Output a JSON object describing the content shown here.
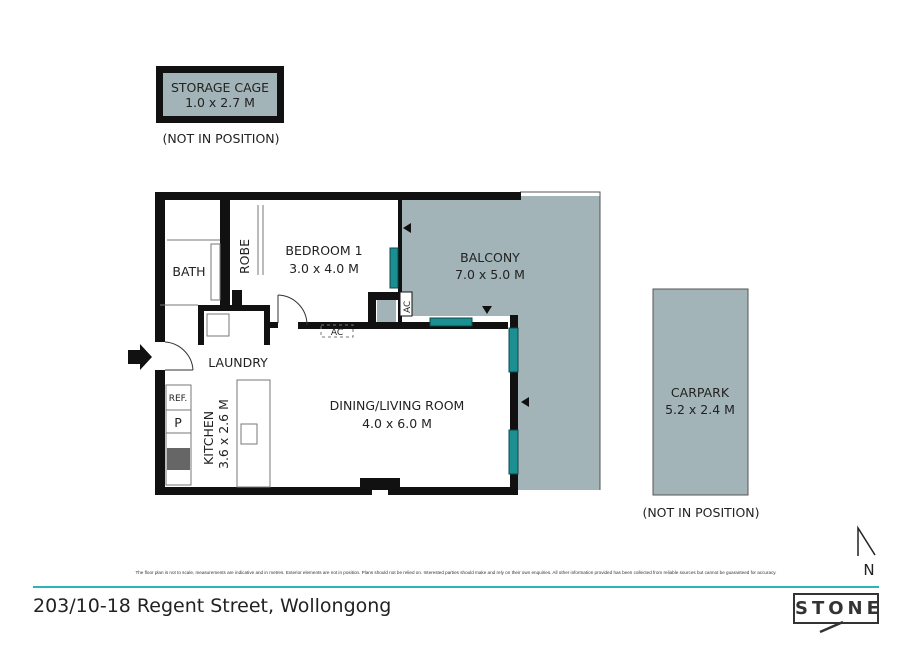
{
  "rooms": {
    "storage": {
      "name": "STORAGE CAGE",
      "size": "1.0 x 2.7 M",
      "note": "(NOT IN POSITION)"
    },
    "bedroom": {
      "name": "BEDROOM 1",
      "size": "3.0 x 4.0 M"
    },
    "balcony": {
      "name": "BALCONY",
      "size": "7.0 x 5.0 M"
    },
    "bath": {
      "name": "BATH"
    },
    "robe": {
      "name": "ROBE"
    },
    "laundry": {
      "name": "LAUNDRY"
    },
    "kitchen": {
      "name": "KITCHEN",
      "size": "3.6 x 2.6 M"
    },
    "living": {
      "name": "DINING/LIVING ROOM",
      "size": "4.0 x 6.0 M"
    },
    "carpark": {
      "name": "CARPARK",
      "size": "5.2 x 2.4 M",
      "note": "(NOT IN POSITION)"
    }
  },
  "fixtures": {
    "ac1": "AC",
    "ac2": "AC",
    "ref": "REF.",
    "pantry": "P"
  },
  "north": "N",
  "disclaimer": "The floor plan is not to scale, measurements are indicative and in metres. Exterior elements are not in position. Plans should not be relied on. Interested parties should make and rely on their own enquiries. All other information provided has been collected from reliable sources but cannot be guaranteed for accuracy.",
  "address": "203/10-18 Regent Street, Wollongong",
  "brand": "STONE",
  "colors": {
    "wall": "#111111",
    "balcony": "#a2b4b8",
    "window": "#1c8f93",
    "accent": "#2bb5b5"
  }
}
